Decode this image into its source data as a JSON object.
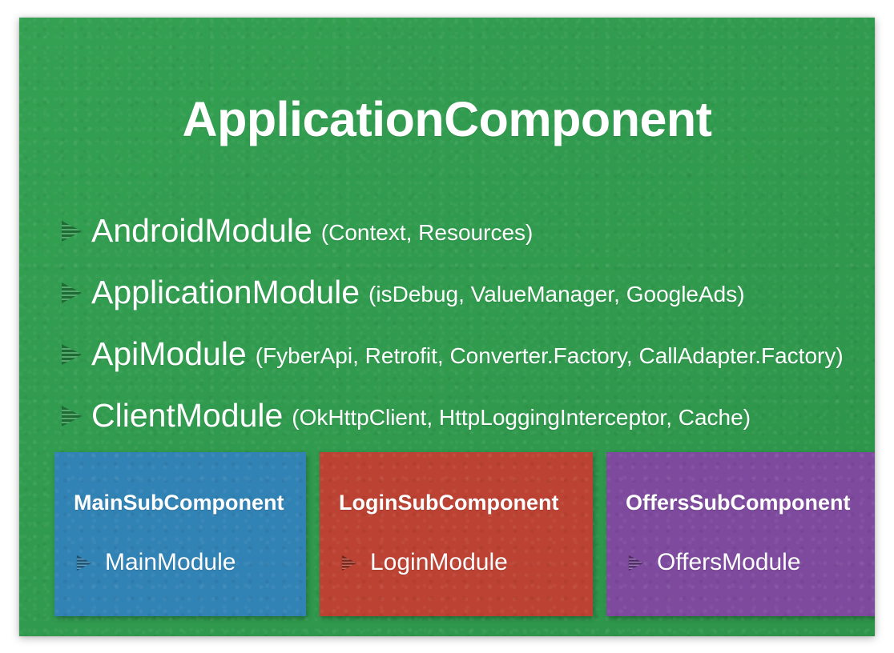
{
  "slide": {
    "title": "ApplicationComponent",
    "background_color": "#2f9b4e",
    "bullet_icon": "striped-triangle-icon"
  },
  "modules": [
    {
      "name": "AndroidModule",
      "args": "(Context, Resources)"
    },
    {
      "name": "ApplicationModule",
      "args": "(isDebug, ValueManager, GoogleAds)"
    },
    {
      "name": "ApiModule",
      "args": "(FyberApi, Retrofit, Converter.Factory, CallAdapter.Factory)"
    },
    {
      "name": "ClientModule",
      "args": "(OkHttpClient, HttpLoggingInterceptor, Cache)"
    }
  ],
  "subcomponents": [
    {
      "title": "MainSubComponent",
      "module": "MainModule",
      "color": "#3283b5",
      "bullet_color": "#1d4f6f"
    },
    {
      "title": "LoginSubComponent",
      "module": "LoginModule",
      "color": "#bc4233",
      "bullet_color": "#71261d"
    },
    {
      "title": "OffersSubComponent",
      "module": "OffersModule",
      "color": "#7e4a9e",
      "bullet_color": "#4b2a60"
    }
  ]
}
